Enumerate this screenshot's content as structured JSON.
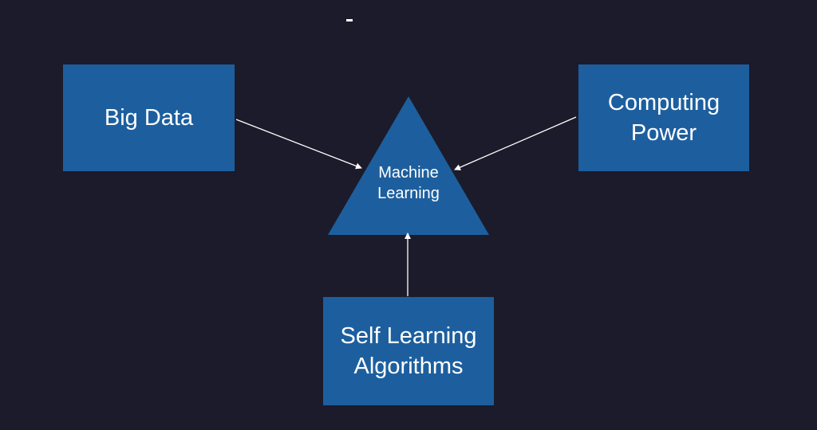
{
  "colors": {
    "background": "#1b1b2b",
    "box_fill": "#1d5f9e",
    "text": "#ffffff",
    "arrow": "#ffffff"
  },
  "nodes": {
    "big_data": {
      "line1": "Big Data"
    },
    "computing_power": {
      "line1": "Computing",
      "line2": "Power"
    },
    "self_learning": {
      "line1": "Self Learning",
      "line2": "Algorithms"
    },
    "machine_learning": {
      "line1": "Machine",
      "line2": "Learning"
    }
  },
  "edges": [
    {
      "from": "big_data",
      "to": "machine_learning"
    },
    {
      "from": "computing_power",
      "to": "machine_learning"
    },
    {
      "from": "self_learning",
      "to": "machine_learning"
    }
  ]
}
